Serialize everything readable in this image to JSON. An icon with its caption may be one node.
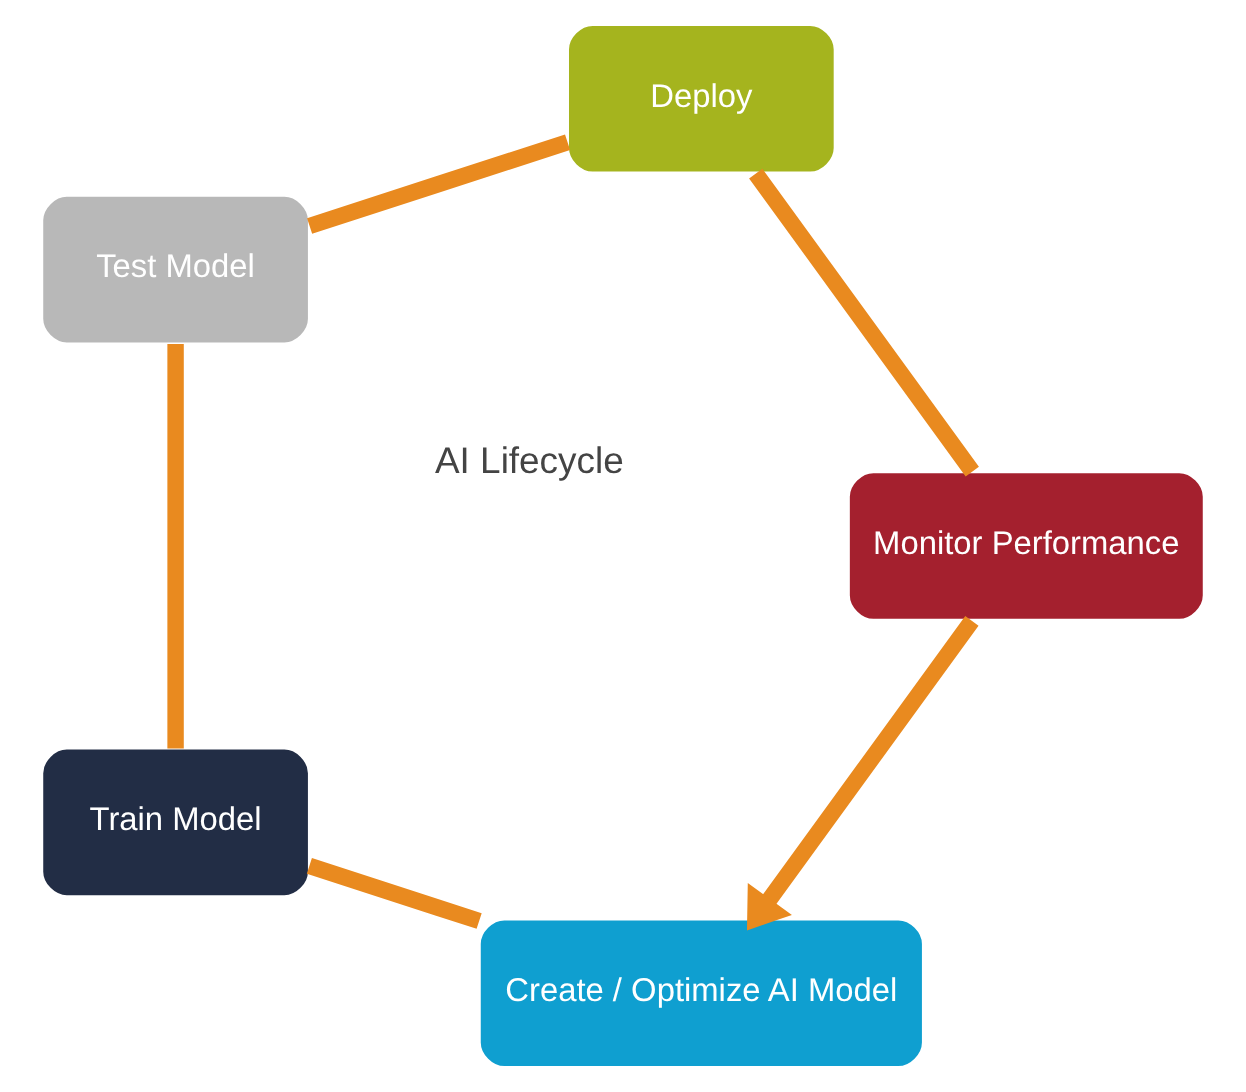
{
  "diagram": {
    "nodes": [
      {
        "text": [
          "Create / Optimize AI Model"
        ]
      },
      {
        "text": [
          "Train Model"
        ]
      },
      {
        "text": [
          "Test Model"
        ]
      },
      {
        "text": [
          "Deploy"
        ]
      },
      {
        "text": [
          "Monitor Performance"
        ]
      }
    ],
    "edges": [
      {
        "from": 0,
        "to": 1,
        "arrow": "none"
      },
      {
        "from": 1,
        "to": 2,
        "arrow": "none"
      },
      {
        "from": 2,
        "to": 3,
        "arrow": "none"
      },
      {
        "from": 3,
        "to": 4,
        "arrow": "none"
      },
      {
        "from": 4,
        "to": 0,
        "arrow": "to"
      }
    ],
    "labels": [
      "AI Lifecycle"
    ]
  }
}
